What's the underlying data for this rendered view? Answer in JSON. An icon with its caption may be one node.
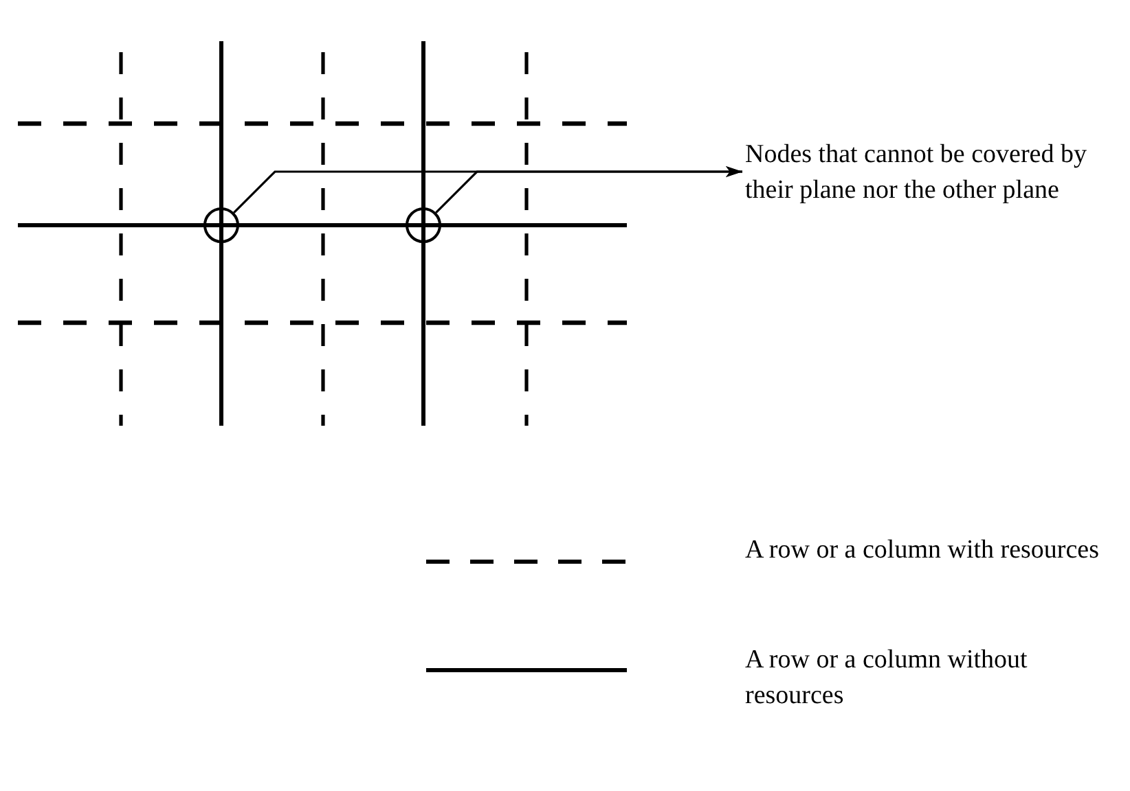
{
  "diagram": {
    "nodes": [
      {
        "text": [
          "Nodes that cannot be covered by their plane nor the other plane"
        ]
      },
      {
        "text": [],
        "shape": "circle"
      },
      {
        "text": [],
        "shape": "circle"
      }
    ],
    "edges": [
      {
        "from": 1,
        "to": 0,
        "arrow": "to"
      },
      {
        "from": 2,
        "to": 0,
        "arrow": "to"
      }
    ],
    "legend": [
      {
        "text": "A row or a column with resources"
      },
      {
        "text": "A row or a column without resources"
      }
    ]
  }
}
